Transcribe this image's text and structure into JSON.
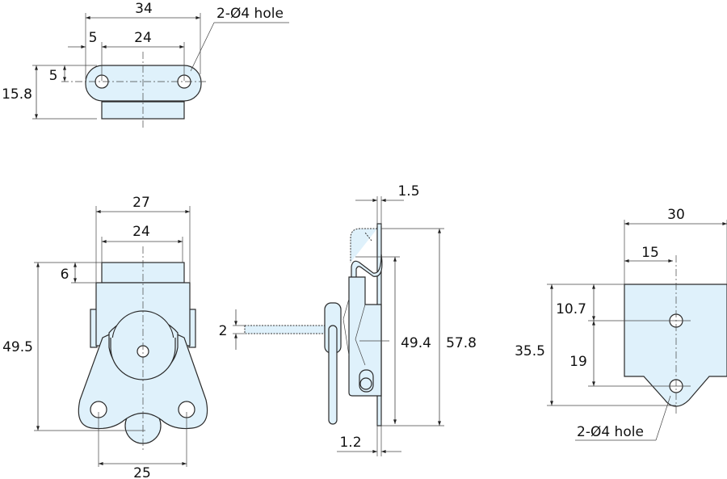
{
  "colors": {
    "part_fill": "#dff1fb",
    "line": "#2a2a2a"
  },
  "top_view": {
    "overall_width": "34",
    "hole_offset": "5",
    "hole_spacing": "24",
    "hole_vertical_offset": "5",
    "height": "15.8",
    "hole_note": "2-Ø4 hole"
  },
  "front_view": {
    "width": "27",
    "top_width": "24",
    "top_height": "6",
    "height": "49.5",
    "hole_spacing": "25"
  },
  "side_view": {
    "rod_diameter": "2",
    "plate_thickness_top": "1.5",
    "plate_thickness_bottom": "1.2",
    "inner_height": "49.4",
    "overall_height": "57.8"
  },
  "keeper_view": {
    "width": "30",
    "center": "15",
    "top_to_hole": "10.7",
    "hole_spacing": "19",
    "height": "35.5",
    "hole_note": "2-Ø4 hole"
  }
}
